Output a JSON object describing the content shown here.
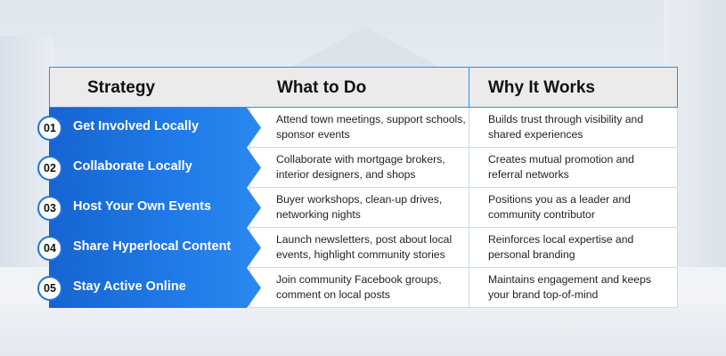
{
  "header": {
    "strategy": "Strategy",
    "what": "What to Do",
    "why": "Why It Works"
  },
  "rows": [
    {
      "num": "01",
      "strategy": "Get Involved Locally",
      "what": "Attend town meetings, support schools, sponsor events",
      "why": "Builds trust through visibility and shared experiences"
    },
    {
      "num": "02",
      "strategy": "Collaborate Locally",
      "what": "Collaborate with mortgage brokers, interior designers, and shops",
      "why": "Creates mutual promotion and referral networks"
    },
    {
      "num": "03",
      "strategy": "Host Your Own Events",
      "what": "Buyer workshops, clean-up drives, networking nights",
      "why": "Positions you as a leader and community contributor"
    },
    {
      "num": "04",
      "strategy": "Share Hyperlocal Content",
      "what": "Launch newsletters, post about local events, highlight community stories",
      "why": "Reinforces local expertise and personal branding"
    },
    {
      "num": "05",
      "strategy": "Stay Active Online",
      "what": "Join community Facebook groups, comment on local posts",
      "why": "Maintains engagement and keeps your brand top-of-mind"
    }
  ],
  "colors": {
    "accent": "#1f7be8",
    "border": "#2f8fe6",
    "header_bg": "#ebebeb"
  }
}
